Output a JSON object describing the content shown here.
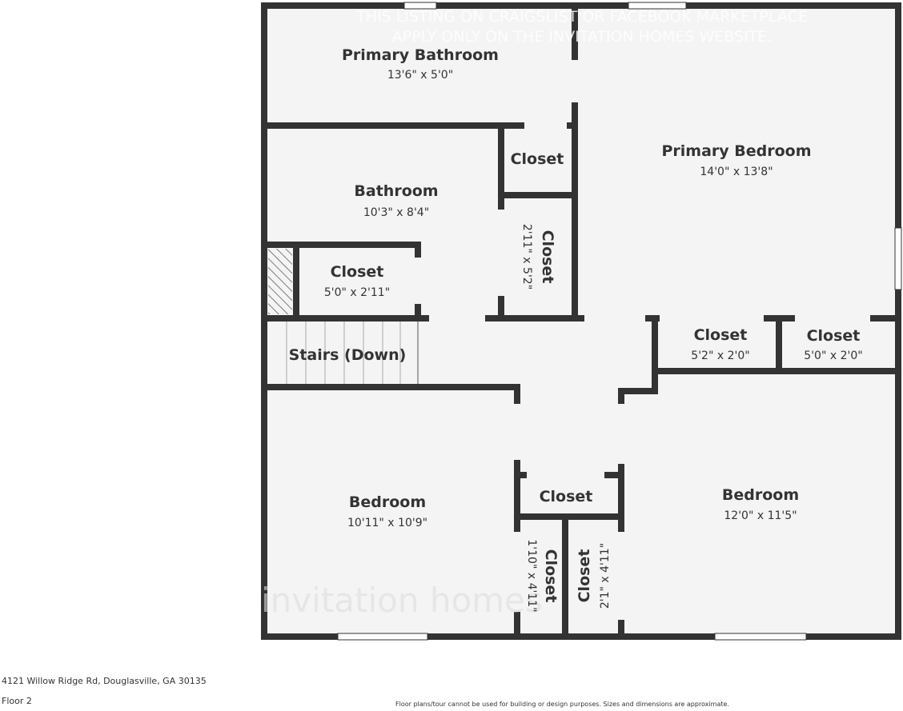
{
  "watermark": {
    "line1": "THIS LISTING ON CRAIGSLIST OR FACEBOOK MARKETPLACE",
    "line2": "APPLY ONLY ON THE INVITATION HOMES WEBSITE.",
    "logo": "invitation homes"
  },
  "rooms": [
    {
      "name": "Primary Bathroom",
      "dims": "13'6\" x 5'0\""
    },
    {
      "name": "Primary Bedroom",
      "dims": "14'0\" x 13'8\""
    },
    {
      "name": "Closet",
      "dims": ""
    },
    {
      "name": "Bathroom",
      "dims": "10'3\" x 8'4\""
    },
    {
      "name": "Closet",
      "dims": "2'11\" x 5'2\""
    },
    {
      "name": "Closet",
      "dims": "5'0\" x 2'11\""
    },
    {
      "name": "Stairs (Down)",
      "dims": ""
    },
    {
      "name": "Closet",
      "dims": "5'2\" x 2'0\""
    },
    {
      "name": "Closet",
      "dims": "5'0\" x 2'0\""
    },
    {
      "name": "Bedroom",
      "dims": "10'11\" x 10'9\""
    },
    {
      "name": "Closet",
      "dims": ""
    },
    {
      "name": "Bedroom",
      "dims": "12'0\" x 11'5\""
    },
    {
      "name": "Closet",
      "dims": "1'10\" x 4'11\""
    },
    {
      "name": "Closet",
      "dims": "2'1\" x 4'11\""
    }
  ],
  "footer": {
    "address": "4121 Willow Ridge Rd, Douglasville, GA 30135",
    "floor": "Floor 2",
    "disclaimer": "Floor plans/tour cannot be used for building or design purposes. Sizes and dimensions are approximate."
  },
  "colors": {
    "wall": "#333333",
    "floor": "#f4f4f4"
  }
}
